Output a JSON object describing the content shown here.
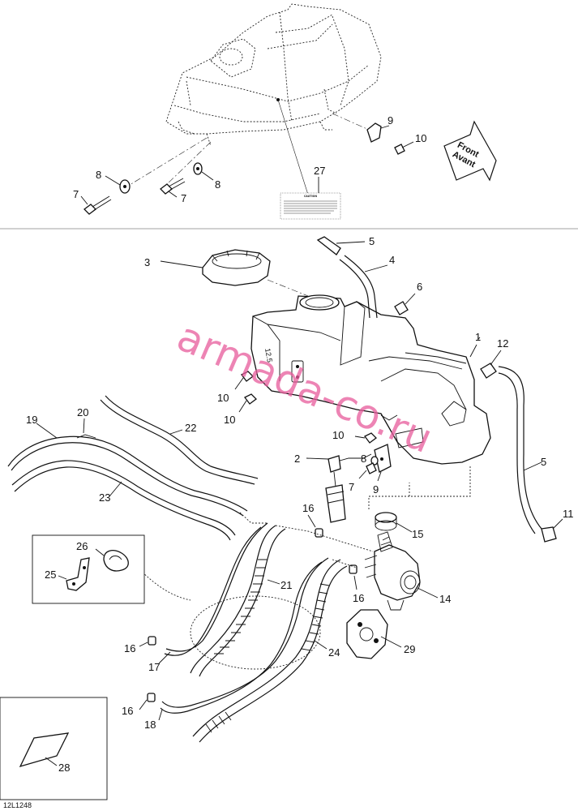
{
  "diagram": {
    "ref_code": "12L1248",
    "watermark": "armada-co.ru",
    "direction_arrow": {
      "line1": "Front",
      "line2": "Avant"
    },
    "caution_label": {
      "title": "CAUTION",
      "icon": "caution-decal-icon"
    },
    "upper_callouts": [
      "9",
      "10",
      "8",
      "7",
      "8",
      "7",
      "27"
    ],
    "lower_callouts": [
      "3",
      "5",
      "4",
      "6",
      "1",
      "12",
      "10",
      "10",
      "19",
      "20",
      "22",
      "10",
      "2",
      "8",
      "7",
      "9",
      "5",
      "23",
      "16",
      "15",
      "11",
      "26",
      "25",
      "21",
      "16",
      "14",
      "16",
      "17",
      "24",
      "29",
      "16",
      "18",
      "28"
    ]
  }
}
